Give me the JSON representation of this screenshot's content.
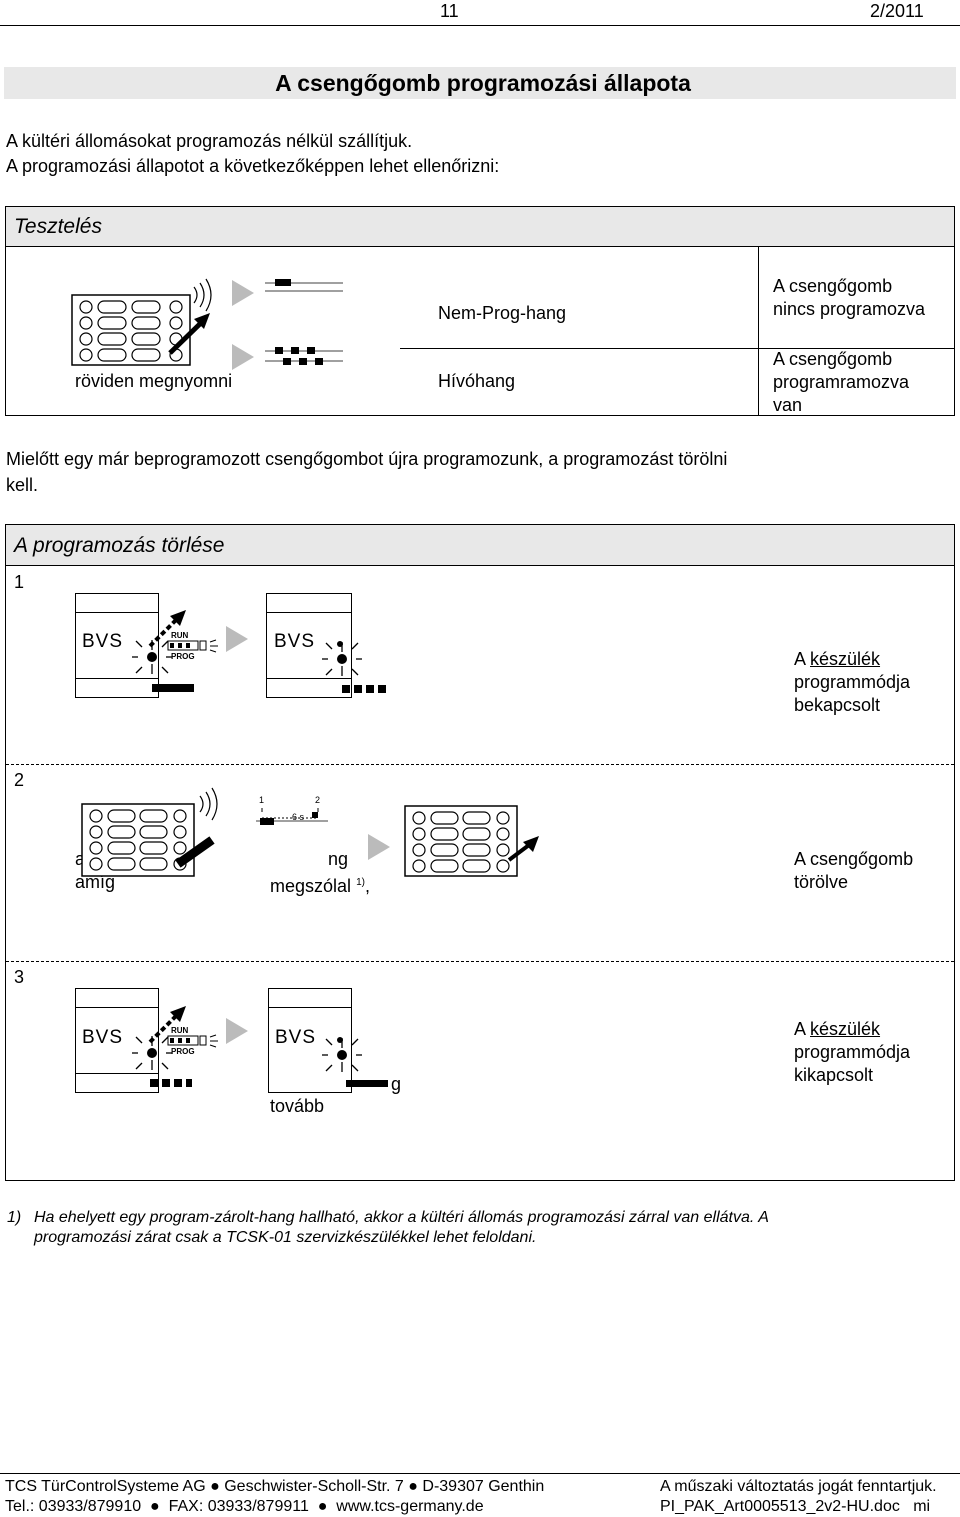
{
  "header": {
    "page_number": "11",
    "edition": "2/2011"
  },
  "title": "A csengőgomb programozási állapota",
  "intro": {
    "line1": "A kültéri állomásokat programozás nélkül szállítjuk.",
    "line2": "A programozási állapotot a következőképpen lehet ellenőrizni:"
  },
  "test_table": {
    "header": "Tesztelés",
    "action_label": "röviden megnyomni",
    "tone_no_prog": "Nem-Prog-hang",
    "tone_call": "Hívóhang",
    "result1": [
      "A csengőgomb",
      "nincs programozva"
    ],
    "result2": [
      "A csengőgomb",
      "programramozva",
      "van"
    ]
  },
  "middle_text": {
    "line1": "Mielőtt egy már beprogramozott csengőgombot újra programozunk, a programozást törölni",
    "line2": "kell."
  },
  "delete_table": {
    "header": "A programozás törlése",
    "step1": {
      "num": "1",
      "result_a": "A ",
      "result_device": "készülék",
      "result_b": "programmódja",
      "result_c": "bekapcsolt",
      "device_label1": "BVS",
      "device_label2": "BVS",
      "run_label": "RUN",
      "prog_label": "PROG"
    },
    "step2": {
      "num": "2",
      "frag_a": "a",
      "frag_amig": "amíg",
      "frag_ng": "ng",
      "frag_megszolal": "megszólal",
      "footnote_mark": "1)",
      "frag_comma": ",",
      "timing_1": "1",
      "timing_2": "2",
      "timing_6s": "6 s",
      "result1": "A csengőgomb",
      "result2": "törölve"
    },
    "step3": {
      "num": "3",
      "result_a": "A ",
      "result_device": "készülék",
      "result_b": "programmódja",
      "result_c": "kikapcsolt",
      "frag_tovabb": "tovább",
      "frag_g": "g",
      "device_label1": "BVS",
      "device_label2": "BVS",
      "run_label": "RUN",
      "prog_label": "PROG"
    }
  },
  "footnote": {
    "mark": "1)",
    "line1": "Ha ehelyett egy program-zárolt-hang hallható, akkor a kültéri állomás programozási zárral van ellátva. A",
    "line2": "programozási zárat csak a TCSK-01 szervizkészülékkel lehet feloldani."
  },
  "footer": {
    "company": "TCS TürControlSysteme AG",
    "street": "Geschwister-Scholl-Str. 7",
    "city": "D-39307 Genthin",
    "tel": "Tel.: 03933/879910",
    "fax": "FAX:  03933/879911",
    "web": "www.tcs-germany.de",
    "rights": "A műszaki változtatás jogát fenntartjuk.",
    "doc": "PI_PAK_Art0005513_2v2-HU.doc   mi"
  }
}
